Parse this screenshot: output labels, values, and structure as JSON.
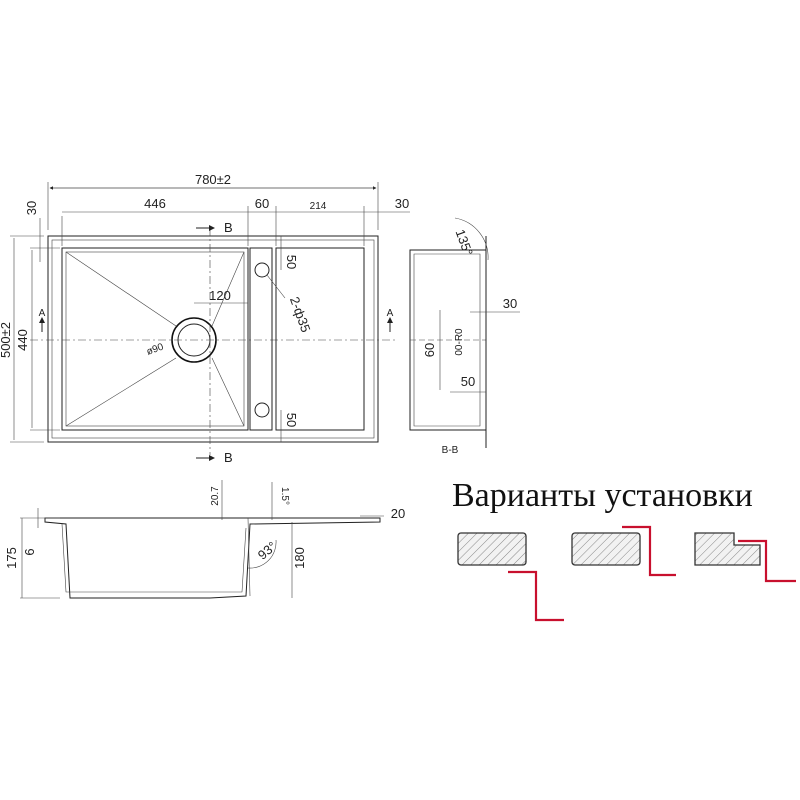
{
  "top_view": {
    "overall_width": "780±2",
    "dims_top": [
      "446",
      "60",
      "214",
      "30"
    ],
    "left_margin": "30",
    "overall_height": "500±2",
    "inner_height": "440",
    "dim_120": "120",
    "drain_diameter": "ø90",
    "holes": "2-ф35",
    "hole_offset_top": "50",
    "hole_offset_bottom": "50",
    "section_marker": "B",
    "axis_marker": "A"
  },
  "section_view": {
    "angle": "135°",
    "dim_30": "30",
    "dim_60": "60",
    "dim_50": "50",
    "inner_label": "00-R0",
    "label": "B-B"
  },
  "side_view": {
    "dim_175": "175",
    "dim_6": "6",
    "dim_20_7": "20.7",
    "dim_1_5": "1.5°",
    "angle": "93°",
    "dim_180": "180",
    "dim_20": "20"
  },
  "install": {
    "title": "Варианты установки",
    "bracket_color": "#c8102e",
    "variants": [
      "variant-1",
      "variant-2",
      "variant-3"
    ]
  }
}
